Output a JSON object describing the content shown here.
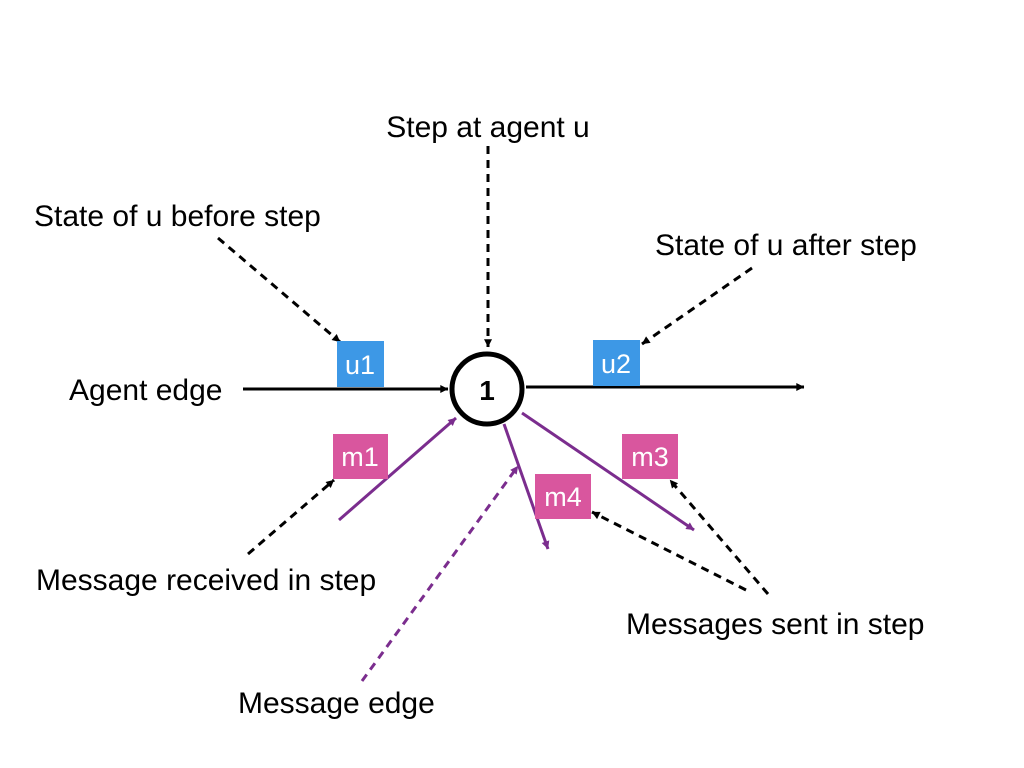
{
  "labels": {
    "step_at_agent": "Step at agent u",
    "state_before": "State of u before step",
    "state_after": "State of u after step",
    "agent_edge": "Agent edge",
    "message_received": "Message received in step",
    "messages_sent": "Messages sent in step",
    "message_edge": "Message edge"
  },
  "node": {
    "label": "1"
  },
  "tags": {
    "u1": "u1",
    "u2": "u2",
    "m1": "m1",
    "m3": "m3",
    "m4": "m4"
  },
  "colors": {
    "state_tag": "#3d98e6",
    "message_tag": "#d9569e",
    "message_edge": "#7b2d8e",
    "agent_edge": "#000000"
  }
}
